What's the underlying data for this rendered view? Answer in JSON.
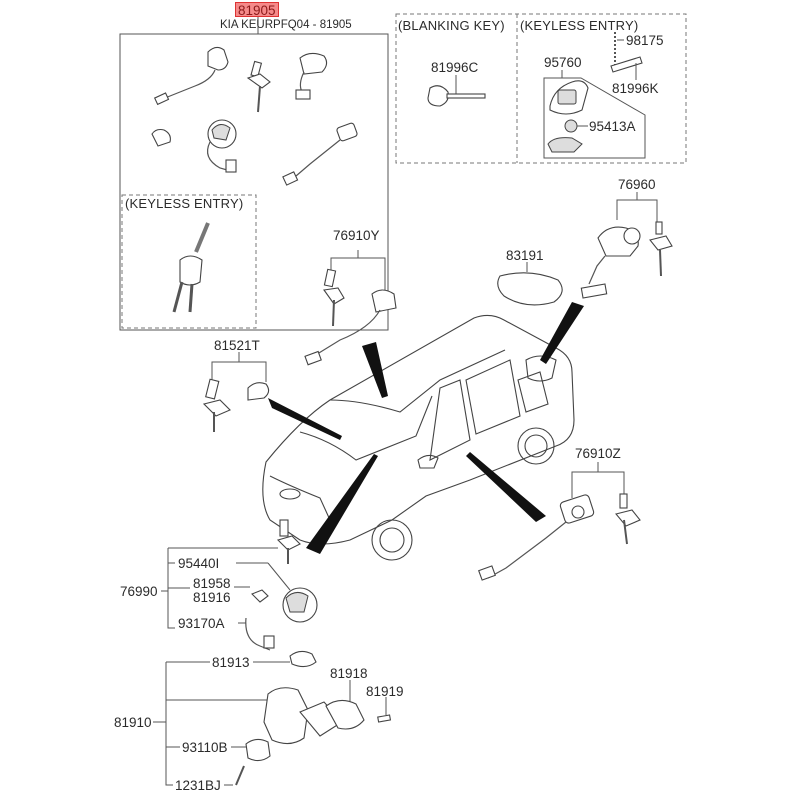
{
  "header": {
    "highlighted_part": "81905",
    "highlight_color": "#f58a8a",
    "subtitle": "KIA KEURPFQ04 - 81905"
  },
  "groups": {
    "blanking_key": "(BLANKING KEY)",
    "keyless_entry_top": "(KEYLESS ENTRY)",
    "keyless_entry_left": "(KEYLESS ENTRY)"
  },
  "parts": {
    "p81996C": "81996C",
    "p95760": "95760",
    "p98175": "98175",
    "p81996K": "81996K",
    "p95413A": "95413A",
    "p76910Y": "76910Y",
    "p83191": "83191",
    "p76960": "76960",
    "p81521T": "81521T",
    "p76910Z": "76910Z",
    "p95440I": "95440I",
    "p76990": "76990",
    "p81958": "81958",
    "p81916": "81916",
    "p93170A": "93170A",
    "p81913": "81913",
    "p81918": "81918",
    "p81919": "81919",
    "p81910": "81910",
    "p93110B": "93110B",
    "p1231BJ": "1231BJ"
  }
}
